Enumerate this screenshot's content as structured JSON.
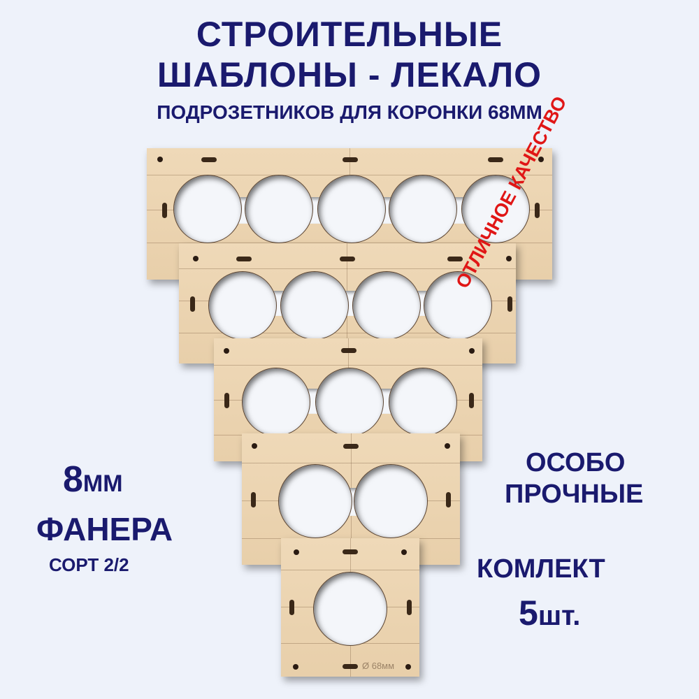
{
  "header": {
    "title_line1": "СТРОИТЕЛЬНЫЕ",
    "title_line2": "ШАБЛОНЫ - ЛЕКАЛО",
    "subtitle": "ПОДРОЗЕТНИКОВ ДЛЯ КОРОНКИ 68ММ"
  },
  "badge": {
    "quality": "ОТЛИЧНОЕ КАЧЕСТВО"
  },
  "left_specs": {
    "thickness_value": "8",
    "thickness_unit": "ММ",
    "material": "ФАНЕРА",
    "grade": "СОРТ 2/2"
  },
  "right_specs": {
    "strength_line1": "ОСОБО",
    "strength_line2": "ПРОЧНЫЕ",
    "set_label": "КОМЛЕКТ",
    "set_count": "5",
    "set_unit": "шт."
  },
  "product": {
    "engraving": "Ø 68мм",
    "panels": [
      {
        "holes": 5
      },
      {
        "holes": 4
      },
      {
        "holes": 3
      },
      {
        "holes": 2
      },
      {
        "holes": 1
      }
    ]
  },
  "colors": {
    "text_primary": "#1a1a6e",
    "accent_red": "#e01616",
    "background": "#eef2fa",
    "plywood": "#ecd5b2"
  }
}
